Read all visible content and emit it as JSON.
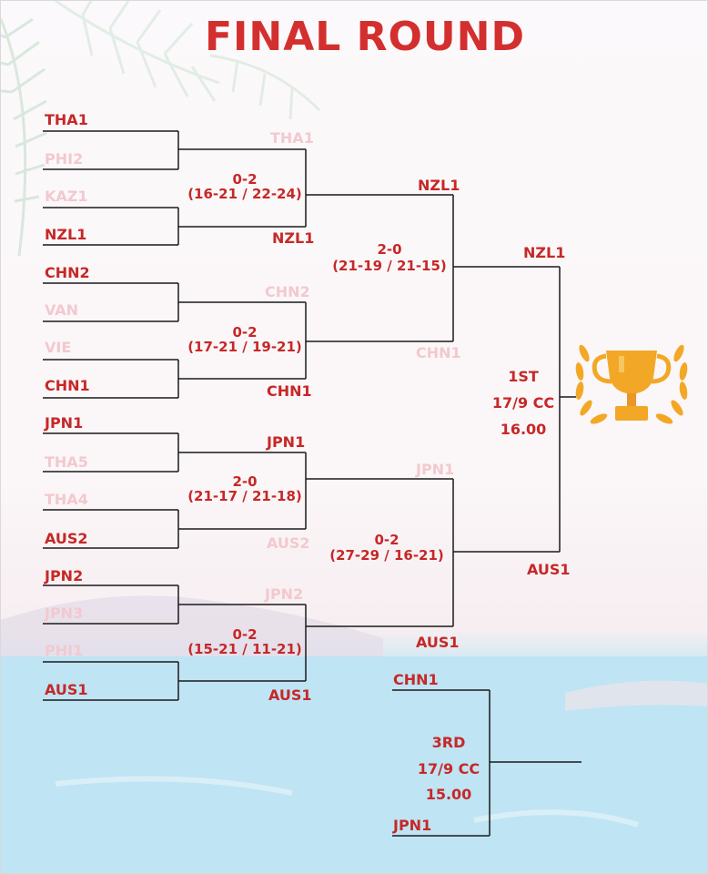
{
  "title": "FINAL ROUND",
  "round1": [
    {
      "team": "THA1",
      "winner": true
    },
    {
      "team": "PHI2",
      "winner": false
    },
    {
      "team": "KAZ1",
      "winner": false
    },
    {
      "team": "NZL1",
      "winner": true
    },
    {
      "team": "CHN2",
      "winner": true
    },
    {
      "team": "VAN",
      "winner": false
    },
    {
      "team": "VIE",
      "winner": false
    },
    {
      "team": "CHN1",
      "winner": true
    },
    {
      "team": "JPN1",
      "winner": true
    },
    {
      "team": "THA5",
      "winner": false
    },
    {
      "team": "THA4",
      "winner": false
    },
    {
      "team": "AUS2",
      "winner": true
    },
    {
      "team": "JPN2",
      "winner": true
    },
    {
      "team": "JPN3",
      "winner": false
    },
    {
      "team": "PHI1",
      "winner": false
    },
    {
      "team": "AUS1",
      "winner": true
    }
  ],
  "round2": [
    {
      "top": "THA1",
      "bottom": "NZL1",
      "result": "0-2",
      "sets": "(16-21 / 22-24)"
    },
    {
      "top": "CHN2",
      "bottom": "CHN1",
      "result": "0-2",
      "sets": "(17-21 / 19-21)"
    },
    {
      "top": "JPN1",
      "bottom": "AUS2",
      "result": "2-0",
      "sets": "(21-17 / 21-18)"
    },
    {
      "top": "JPN2",
      "bottom": "AUS1",
      "result": "0-2",
      "sets": "(15-21 / 11-21)"
    }
  ],
  "semis": [
    {
      "top": "NZL1",
      "bottom": "CHN1",
      "result": "2-0",
      "sets": "(21-19 / 21-15)"
    },
    {
      "top": "JPN1",
      "bottom": "AUS1",
      "result": "0-2",
      "sets": "(27-29 / 16-21)"
    }
  ],
  "final": {
    "top": "NZL1",
    "bottom": "AUS1",
    "place": "1ST",
    "date": "17/9 CC",
    "time": "16.00"
  },
  "third_place": {
    "top": "CHN1",
    "bottom": "JPN1",
    "place": "3RD",
    "date": "17/9 CC",
    "time": "15.00"
  },
  "colors": {
    "accent": "#c62828",
    "faded": "#f2c9cf",
    "line": "#1a1a1a",
    "trophy": "#f2a826"
  }
}
